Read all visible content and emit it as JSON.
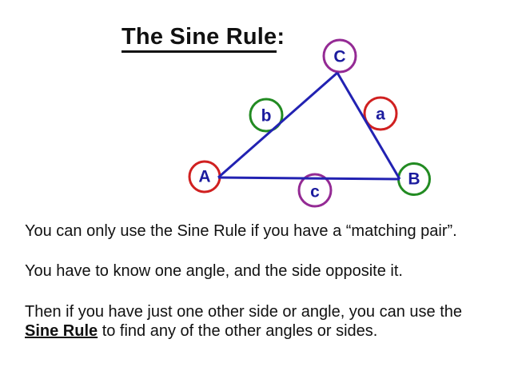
{
  "slide": {
    "background_color": "#ffffff",
    "title": {
      "text": "The Sine Rule",
      "suffix": ":"
    },
    "diagram": {
      "description": "Triangle with vertices A, B, C and opposite sides a, b, c",
      "line_color": "#2222b2",
      "label_color": "#1b1b9e",
      "vertex_labels": [
        {
          "text": "A",
          "ring_color": "#d02020"
        },
        {
          "text": "B",
          "ring_color": "#228b22"
        },
        {
          "text": "C",
          "ring_color": "#942a94"
        }
      ],
      "side_labels": [
        {
          "text": "a",
          "ring_color": "#d02020"
        },
        {
          "text": "b",
          "ring_color": "#228b22"
        },
        {
          "text": "c",
          "ring_color": "#942a94"
        }
      ]
    },
    "paragraphs": {
      "p1": "You can only use the Sine Rule if you have a “matching pair”.",
      "p2": "You have to know one angle, and the side opposite it.",
      "p3_before": "Then if you have just one other side or angle, you can use the ",
      "p3_bold": "Sine Rule",
      "p3_after": " to find any of the other angles or sides."
    }
  }
}
